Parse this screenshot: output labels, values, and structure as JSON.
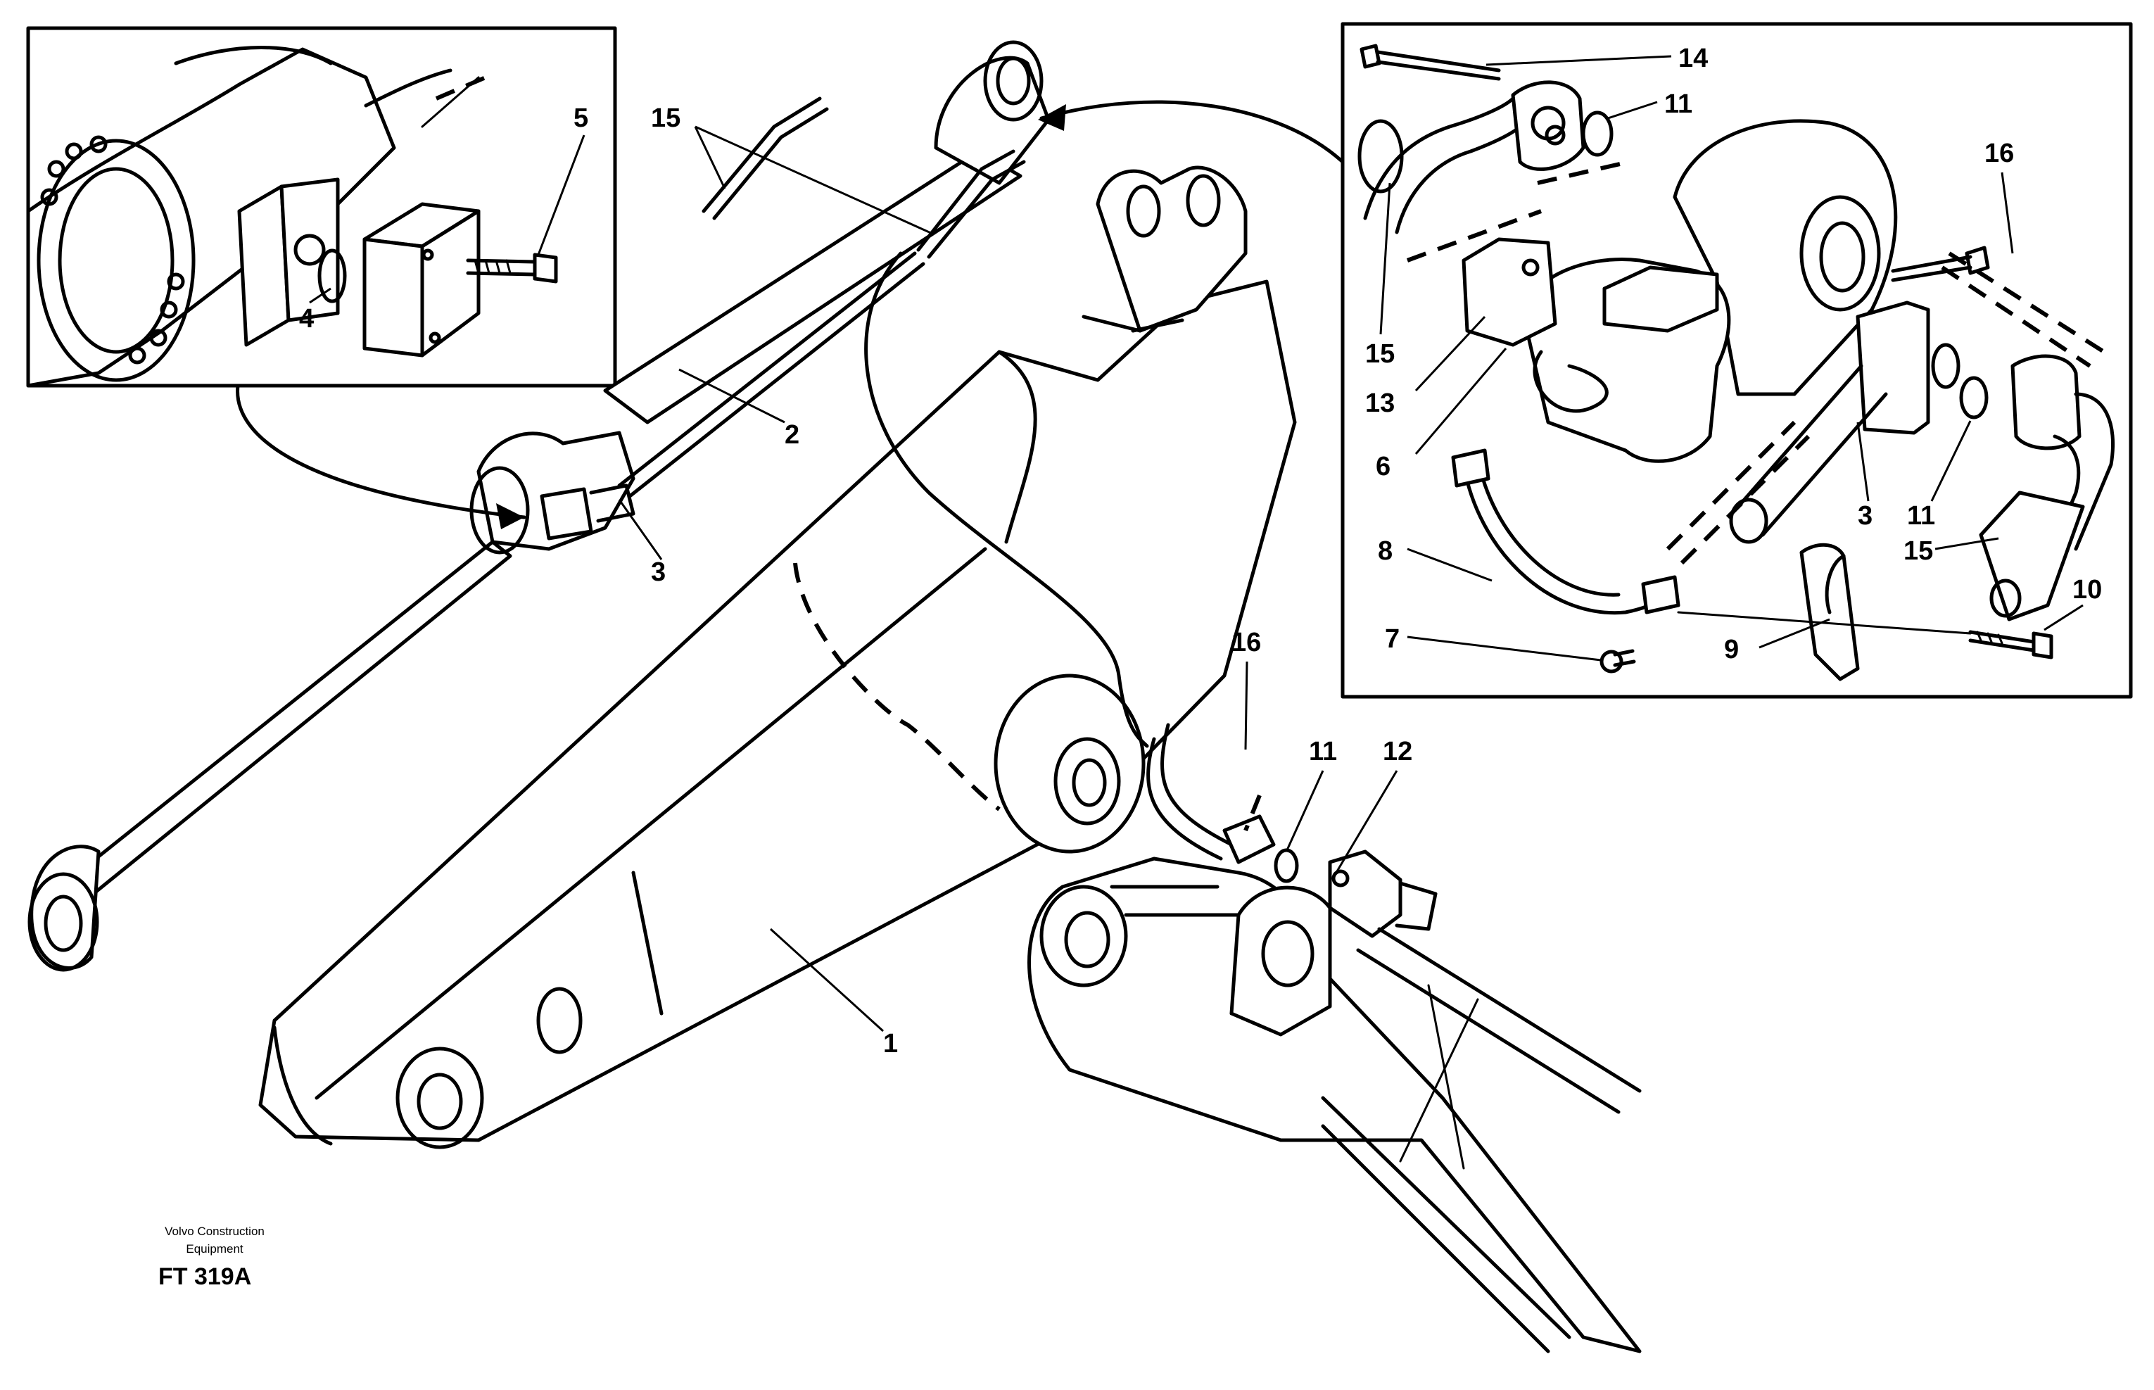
{
  "caption": {
    "company_line1": "Volvo Construction",
    "company_line2": "Equipment",
    "code": "FT 319A"
  },
  "callouts": {
    "main": [
      "15",
      "2",
      "3",
      "1",
      "16",
      "11",
      "12"
    ],
    "inset_left": [
      "5",
      "4"
    ],
    "inset_right": [
      "14",
      "11",
      "16",
      "15",
      "13",
      "6",
      "8",
      "7",
      "9",
      "10",
      "3",
      "11",
      "15"
    ]
  }
}
